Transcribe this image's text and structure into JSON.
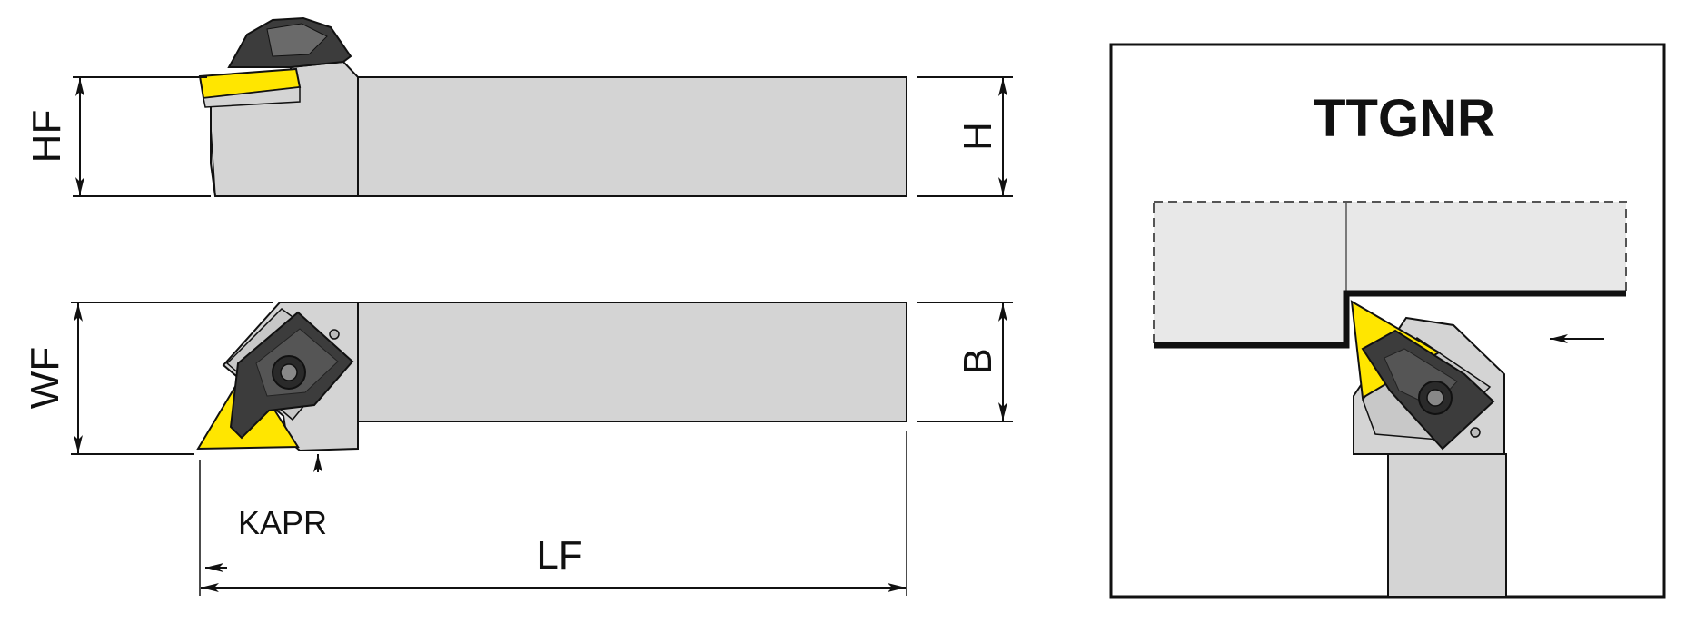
{
  "labels": {
    "hf": "HF",
    "h": "H",
    "wf": "WF",
    "b": "B",
    "kapr": "KAPR",
    "lf": "LF",
    "title": "TTGNR"
  },
  "colors": {
    "insert": "#ffe600",
    "body": "#d4d4d4",
    "clamp": "#3c3c3c",
    "workpiece": "#e8e8e8",
    "line": "#111111"
  },
  "icons": {
    "feed_direction": "arrow-left-icon"
  }
}
